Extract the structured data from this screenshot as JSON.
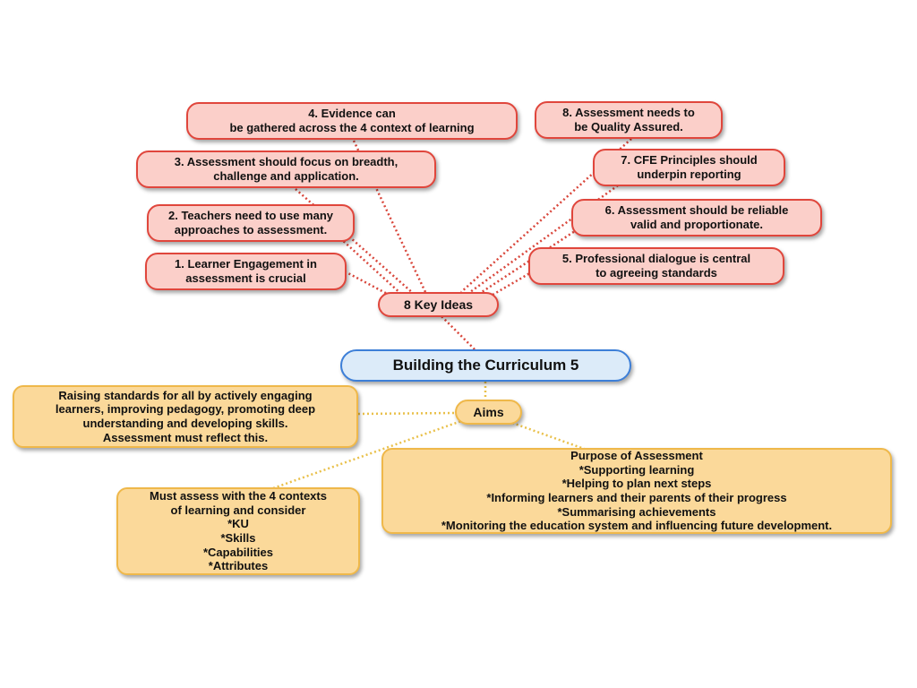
{
  "central": {
    "label": "Building the Curriculum 5"
  },
  "key_ideas": {
    "label": "8 Key Ideas",
    "items": [
      "1. Learner Engagement in\nassessment is crucial",
      "2. Teachers need to use many\napproaches to assessment.",
      "3. Assessment should focus on breadth,\nchallenge and application.",
      "4. Evidence can\nbe gathered across the 4 context of learning",
      "5. Professional dialogue is central\nto agreeing standards",
      "6. Assessment should be reliable\nvalid and proportionate.",
      "7. CFE Principles should\nunderpin reporting",
      "8. Assessment needs to\nbe Quality Assured."
    ]
  },
  "aims": {
    "label": "Aims",
    "items": [
      "Raising standards for all by actively engaging\nlearners, improving pedagogy, promoting deep\nunderstanding and developing skills.\nAssessment must reflect this.",
      "Must assess with the 4 contexts\nof learning and consider\n*KU\n*Skills\n*Capabilities\n*Attributes",
      "Purpose of Assessment\n*Supporting learning\n*Helping to plan next steps\n*Informing learners and their parents of their progress\n*Summarising achievements\n*Monitoring the education system and influencing future development."
    ]
  },
  "colors": {
    "key_idea_fill": "#fbcfc9",
    "key_idea_border": "#e0463c",
    "aim_fill": "#fbd99a",
    "aim_border": "#efb84a",
    "central_fill": "#dcebf9",
    "central_border": "#3d7fd8"
  }
}
